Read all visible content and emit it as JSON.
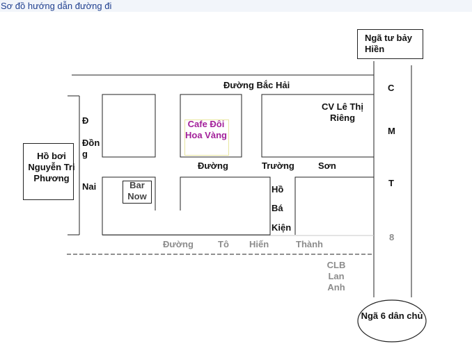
{
  "page_title": "Sơ đồ hướng dẫn đường đi",
  "landmarks": {
    "nga_tu_bay_hien": "Ngã tư bảy Hiền",
    "nga_6_dan_chu": "Ngã 6 dân chủ",
    "ho_boi": "Hồ bơi Nguyễn Tri Phương",
    "cafe": "Cafe Đôi Hoa Vàng",
    "bar": "Bar Now",
    "cv_le_thi_rieng": "CV Lê Thị Riêng",
    "clb": "CLB Lan Anh"
  },
  "streets": {
    "bac_hai": "Đường Bắc Hải",
    "dong_nai": [
      "Đ",
      "Đồn",
      "g",
      "Nai"
    ],
    "truong_son": [
      "Đường",
      "Trường",
      "Sơn"
    ],
    "ho_ba_kien": [
      "Hồ",
      "Bá",
      "Kiện"
    ],
    "to_hien_thanh": [
      "Đường",
      "Tô",
      "Hiến",
      "Thành"
    ],
    "cmt8": [
      "C",
      "M",
      "T",
      "8"
    ]
  },
  "colors": {
    "cafe_text": "#a3219a",
    "cafe_border": "#e8e6a0",
    "title_text": "#1f3f8f",
    "title_bg": "#f2f5fa",
    "grey_label": "#8c8c8c"
  }
}
